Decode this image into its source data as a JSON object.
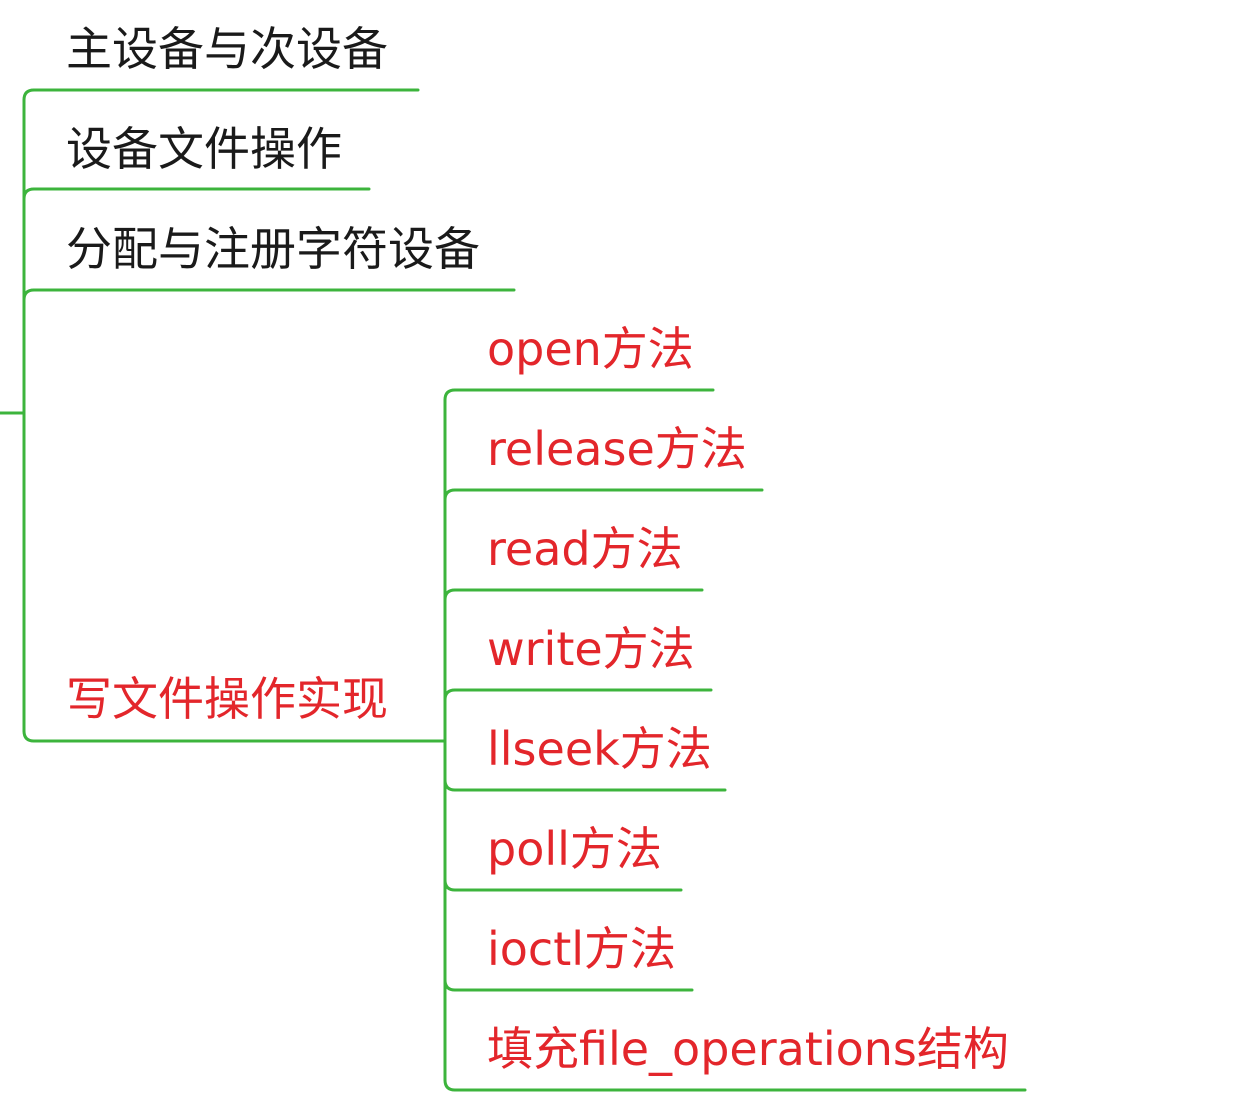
{
  "mindmap": {
    "line_color": "#3cb43c",
    "text_color": "#1a1a1a",
    "highlight_color": "#e3262b",
    "topics": [
      {
        "label": "主设备与次设备"
      },
      {
        "label": "设备文件操作"
      },
      {
        "label": "分配与注册字符设备"
      },
      {
        "label": "写文件操作实现",
        "highlighted": true,
        "children": [
          {
            "label": "open方法"
          },
          {
            "label": "release方法"
          },
          {
            "label": "read方法"
          },
          {
            "label": "write方法"
          },
          {
            "label": "llseek方法"
          },
          {
            "label": "poll方法"
          },
          {
            "label": "ioctl方法"
          },
          {
            "label": "填充file_operations结构"
          }
        ]
      }
    ]
  }
}
